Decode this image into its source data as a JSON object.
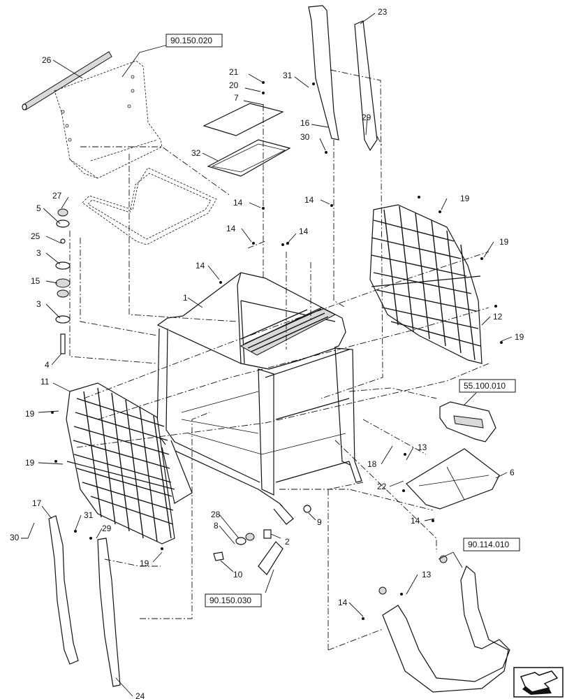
{
  "callouts": [
    {
      "id": "c26",
      "text": "26"
    },
    {
      "id": "c21",
      "text": "21"
    },
    {
      "id": "c20",
      "text": "20"
    },
    {
      "id": "c7",
      "text": "7"
    },
    {
      "id": "c32",
      "text": "32"
    },
    {
      "id": "c31a",
      "text": "31"
    },
    {
      "id": "c16",
      "text": "16"
    },
    {
      "id": "c30a",
      "text": "30"
    },
    {
      "id": "c29a",
      "text": "29"
    },
    {
      "id": "c23",
      "text": "23"
    },
    {
      "id": "c27",
      "text": "27"
    },
    {
      "id": "c5",
      "text": "5"
    },
    {
      "id": "c25",
      "text": "25"
    },
    {
      "id": "c3a",
      "text": "3"
    },
    {
      "id": "c15",
      "text": "15"
    },
    {
      "id": "c3b",
      "text": "3"
    },
    {
      "id": "c4",
      "text": "4"
    },
    {
      "id": "c14a",
      "text": "14"
    },
    {
      "id": "c14b",
      "text": "14"
    },
    {
      "id": "c14c",
      "text": "14"
    },
    {
      "id": "c14d",
      "text": "14"
    },
    {
      "id": "c14e",
      "text": "14"
    },
    {
      "id": "c1",
      "text": "1"
    },
    {
      "id": "c19a",
      "text": "19"
    },
    {
      "id": "c19b",
      "text": "19"
    },
    {
      "id": "c12",
      "text": "12"
    },
    {
      "id": "c19c",
      "text": "19"
    },
    {
      "id": "c11",
      "text": "11"
    },
    {
      "id": "c19d",
      "text": "19"
    },
    {
      "id": "c19e",
      "text": "19"
    },
    {
      "id": "c19f",
      "text": "19"
    },
    {
      "id": "c13a",
      "text": "13"
    },
    {
      "id": "c18",
      "text": "18"
    },
    {
      "id": "c22",
      "text": "22"
    },
    {
      "id": "c6",
      "text": "6"
    },
    {
      "id": "c14f",
      "text": "14"
    },
    {
      "id": "c17",
      "text": "17"
    },
    {
      "id": "c31b",
      "text": "31"
    },
    {
      "id": "c29b",
      "text": "29"
    },
    {
      "id": "c30b",
      "text": "30"
    },
    {
      "id": "c28",
      "text": "28"
    },
    {
      "id": "c8",
      "text": "8"
    },
    {
      "id": "c2",
      "text": "2"
    },
    {
      "id": "c9",
      "text": "9"
    },
    {
      "id": "c10",
      "text": "10"
    },
    {
      "id": "c13b",
      "text": "13"
    },
    {
      "id": "c14g",
      "text": "14"
    },
    {
      "id": "c24",
      "text": "24"
    }
  ],
  "refs": {
    "r1": "90.150.020",
    "r2": "55.100.010",
    "r3": "90.114.010",
    "r4": "90.150.030"
  },
  "nav_icon": "arrow-icon"
}
